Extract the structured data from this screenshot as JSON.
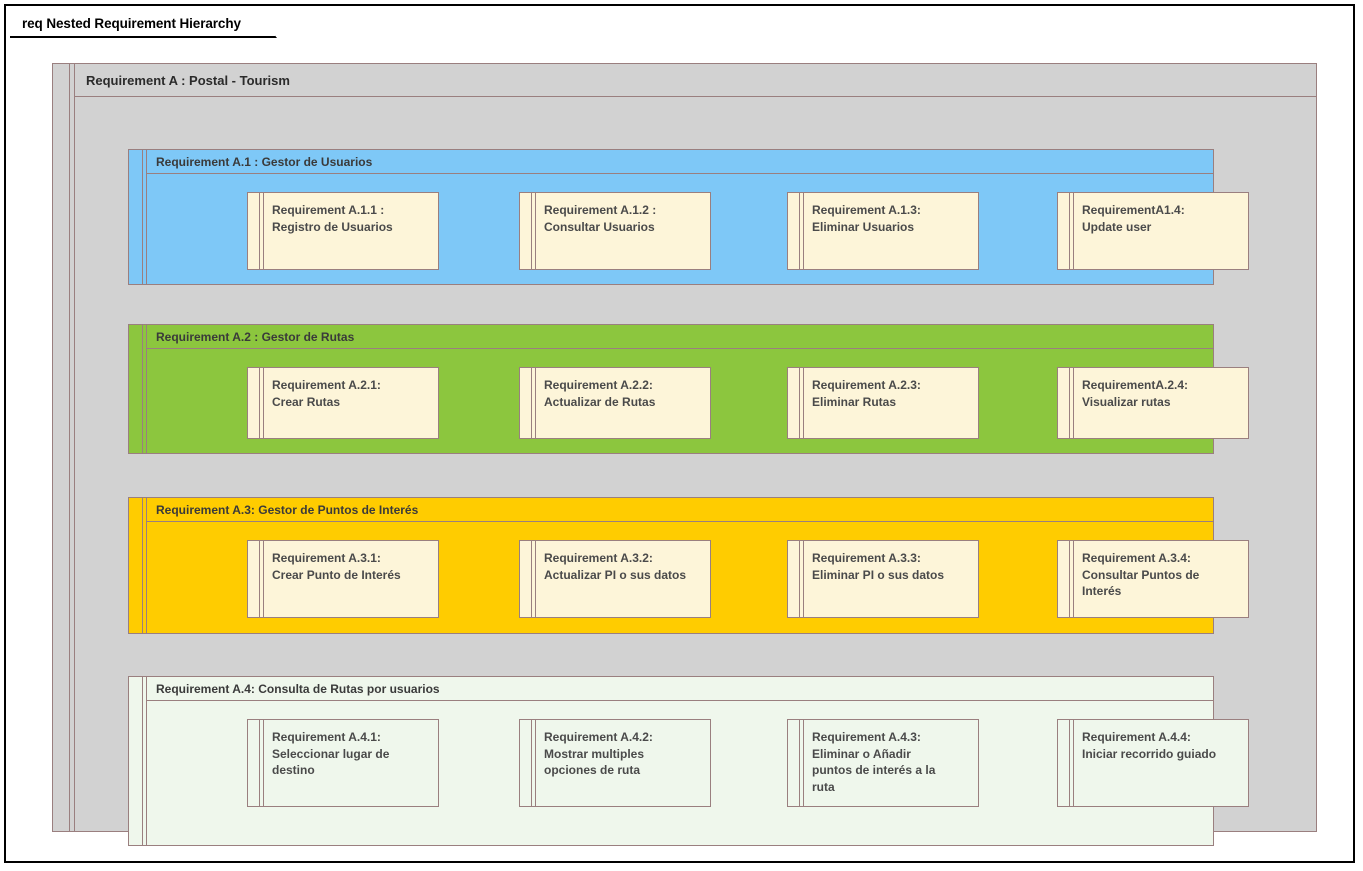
{
  "frame": {
    "tab_label": "req Nested Requirement Hierarchy"
  },
  "diagram": {
    "root": {
      "label": "Requirement A : Postal - Tourism",
      "fill": "#d2d2d2",
      "border": "#9a7f7f"
    },
    "sections": [
      {
        "id": "A.1",
        "label": "Requirement A.1 : Gestor de Usuarios",
        "fill": "#7ec8f7",
        "leaf_fill": "#fdf5d9",
        "leaves": [
          {
            "id": "A.1.1",
            "text": "Requirement A.1.1 :\nRegistro de Usuarios"
          },
          {
            "id": "A.1.2",
            "text": "Requirement A.1.2 :\nConsultar Usuarios"
          },
          {
            "id": "A.1.3",
            "text": "Requirement A.1.3:\nEliminar Usuarios"
          },
          {
            "id": "A1.4",
            "text": "RequirementA1.4:\nUpdate user"
          }
        ]
      },
      {
        "id": "A.2",
        "label": "Requirement A.2 : Gestor de Rutas",
        "fill": "#8cc63e",
        "leaf_fill": "#fdf5d9",
        "leaves": [
          {
            "id": "A.2.1",
            "text": "Requirement A.2.1:\nCrear Rutas"
          },
          {
            "id": "A.2.2",
            "text": "Requirement A.2.2:\nActualizar de Rutas"
          },
          {
            "id": "A.2.3",
            "text": "Requirement A.2.3:\nEliminar Rutas"
          },
          {
            "id": "A.2.4",
            "text": "RequirementA.2.4:\nVisualizar rutas"
          }
        ]
      },
      {
        "id": "A.3",
        "label": "Requirement A.3: Gestor de Puntos de Interés",
        "fill": "#ffcc00",
        "leaf_fill": "#fdf5d9",
        "leaves": [
          {
            "id": "A.3.1",
            "text": "Requirement A.3.1:\nCrear Punto de Interés"
          },
          {
            "id": "A.3.2",
            "text": "Requirement A.3.2:\nActualizar PI o sus datos"
          },
          {
            "id": "A.3.3",
            "text": "Requirement A.3.3:\nEliminar PI o sus datos"
          },
          {
            "id": "A.3.4",
            "text": "Requirement A.3.4:\nConsultar Puntos de\nInterés"
          }
        ]
      },
      {
        "id": "A.4",
        "label": "Requirement A.4: Consulta de Rutas por usuarios",
        "fill": "#eff7ec",
        "leaf_fill": "#eff7ec",
        "leaves": [
          {
            "id": "A.4.1",
            "text": "Requirement A.4.1:\nSeleccionar lugar de\ndestino"
          },
          {
            "id": "A.4.2",
            "text": "Requirement A.4.2:\nMostrar multiples\nopciones de ruta"
          },
          {
            "id": "A.4.3",
            "text": "Requirement A.4.3:\nEliminar o Añadir\npuntos de interés a la\nruta"
          },
          {
            "id": "A.4.4",
            "text": "Requirement A.4.4:\nIniciar recorrido guiado"
          }
        ]
      }
    ]
  }
}
